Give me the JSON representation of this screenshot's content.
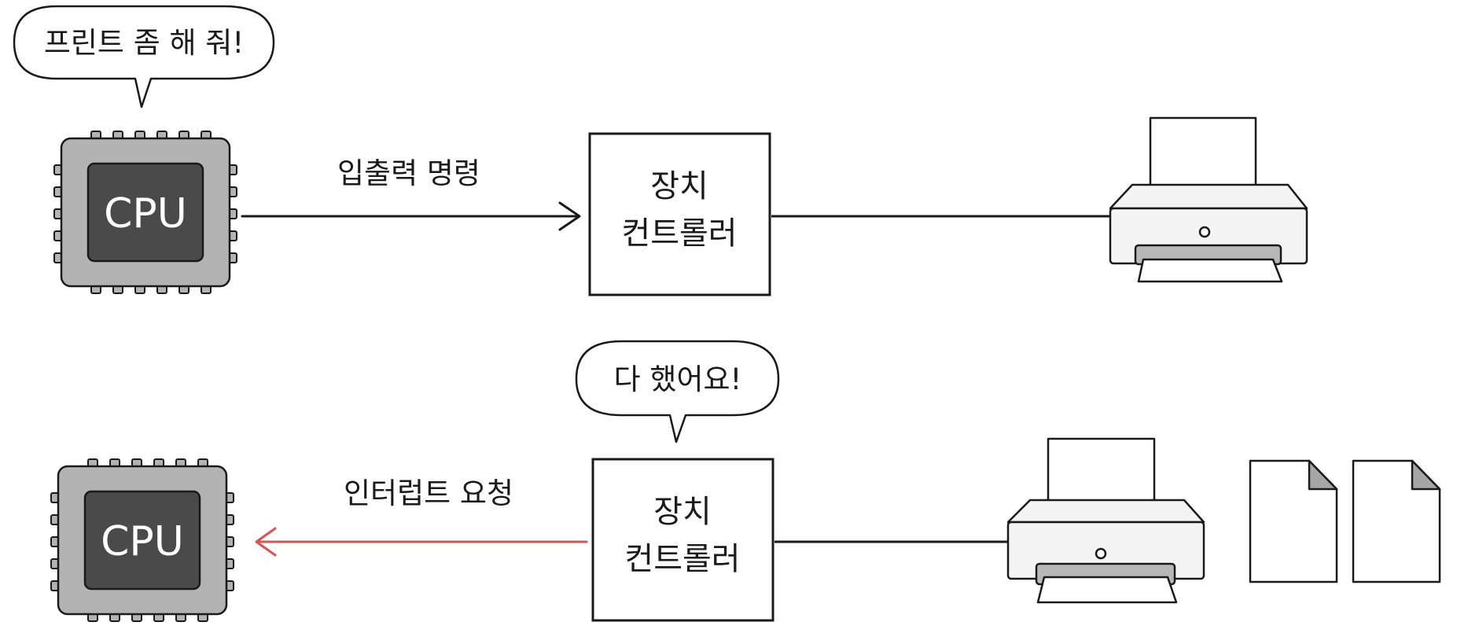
{
  "top": {
    "speech": "프린트 좀 해 줘!",
    "cpu_label": "CPU",
    "arrow_label": "입출력 명령",
    "controller_line1": "장치",
    "controller_line2": "컨트롤러"
  },
  "bottom": {
    "speech": "다 했어요!",
    "cpu_label": "CPU",
    "arrow_label": "인터럽트 요청",
    "controller_line1": "장치",
    "controller_line2": "컨트롤러"
  },
  "colors": {
    "cpu_body": "#b3b3b3",
    "cpu_die": "#4a4a4a",
    "interrupt_arrow": "#d9534f",
    "stroke": "#1a1a1a",
    "printer_body": "#f4f4f4",
    "printer_slot": "#b8b8b8",
    "doc_fold": "#a6a6a6"
  }
}
